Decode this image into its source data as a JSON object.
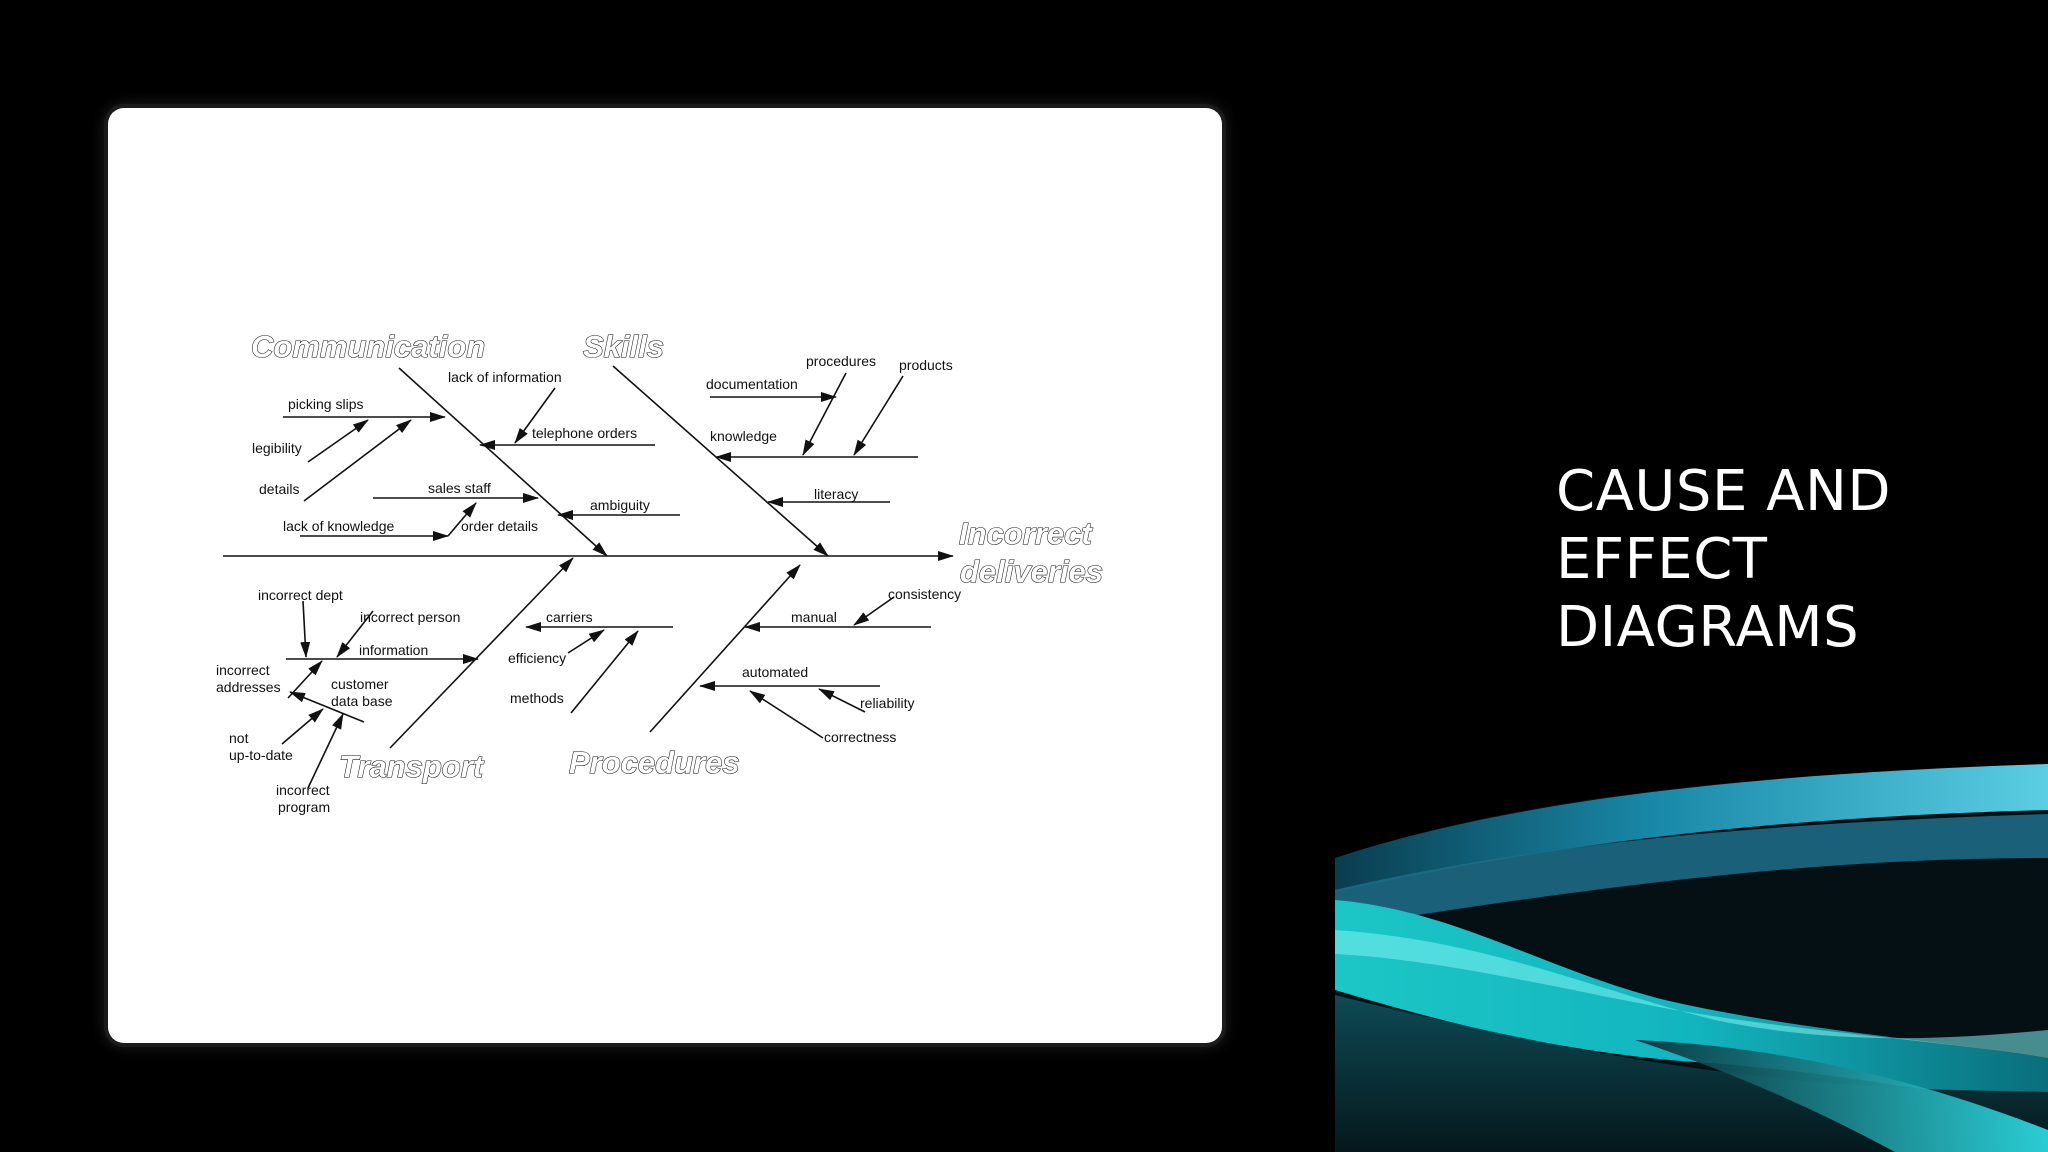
{
  "slide": {
    "title_lines": [
      "CAUSE AND",
      "EFFECT",
      "DIAGRAMS"
    ],
    "background_color": "#000000",
    "accent_color": "#2ee0e8"
  },
  "diagram": {
    "effect_lines": [
      "Incorrect",
      "deliveries"
    ],
    "categories": {
      "communication": "Communication",
      "skills": "Skills",
      "transport": "Transport",
      "procedures": "Procedures"
    },
    "labels": {
      "lack_of_information": "lack of information",
      "picking_slips": "picking slips",
      "telephone_orders": "telephone orders",
      "legibility": "legibility",
      "details": "details",
      "sales_staff": "sales staff",
      "ambiguity": "ambiguity",
      "lack_of_knowledge": "lack of knowledge",
      "order_details": "order details",
      "procedures": "procedures",
      "products": "products",
      "documentation": "documentation",
      "knowledge": "knowledge",
      "literacy": "literacy",
      "incorrect_dept": "incorrect dept",
      "incorrect_person": "incorrect person",
      "information": "information",
      "incorrect_addresses": [
        "incorrect",
        "addresses"
      ],
      "customer_data_base": [
        "customer",
        "data base"
      ],
      "not_up_to_date": [
        "not",
        "up-to-date"
      ],
      "incorrect_program": [
        "incorrect",
        "program"
      ],
      "carriers": "carriers",
      "efficiency": "efficiency",
      "methods": "methods",
      "manual": "manual",
      "consistency": "consistency",
      "automated": "automated",
      "reliability": "reliability",
      "correctness": "correctness"
    }
  }
}
